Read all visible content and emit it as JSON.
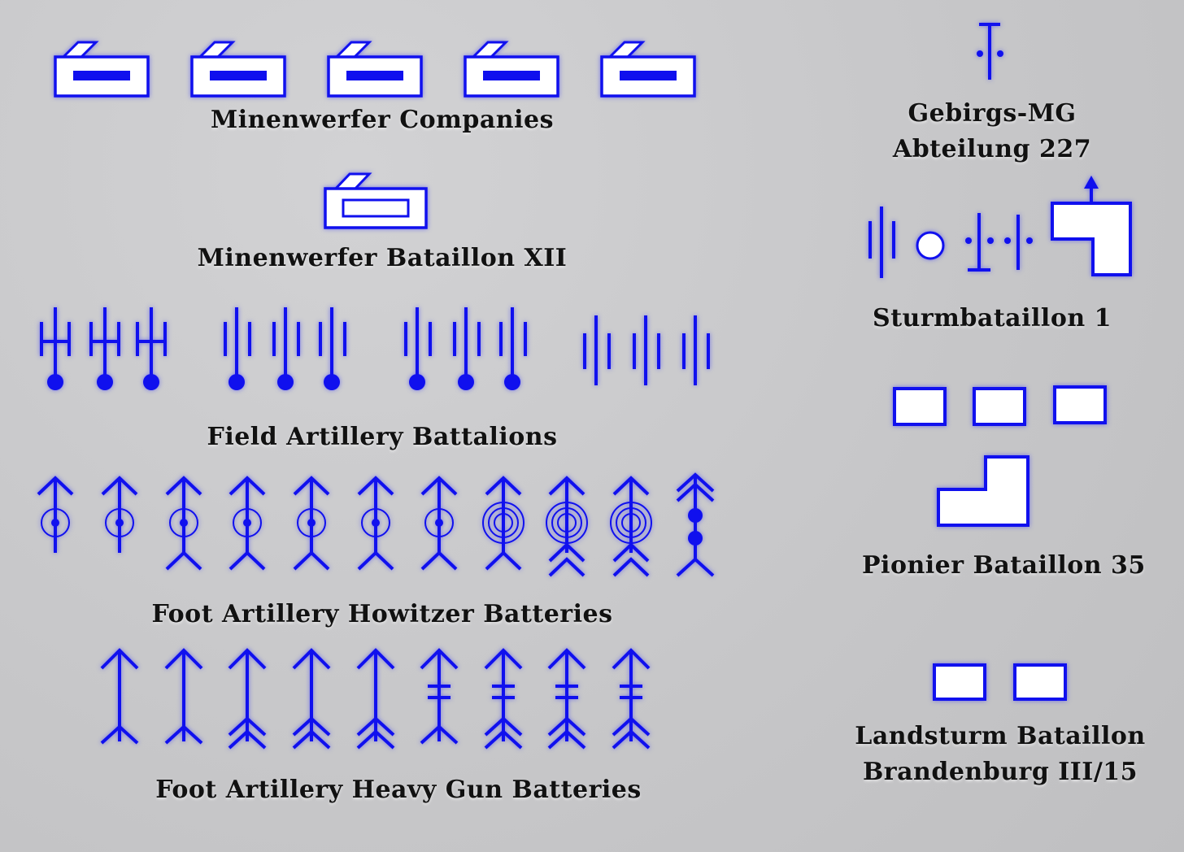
{
  "colors": {
    "symbol": "#1010ee",
    "fill": "#ffffff",
    "background": "#c9c9cb",
    "text": "#111111"
  },
  "labels": {
    "minenwerfer_companies": "Minenwerfer Companies",
    "minenwerfer_bataillon": "Minenwerfer Bataillon XII",
    "field_artillery": "Field Artillery Battalions",
    "foot_artillery_howitzer": "Foot Artillery Howitzer Batteries",
    "foot_artillery_heavy_gun": "Foot Artillery Heavy Gun Batteries",
    "gebirgs_line1": "Gebirgs-MG",
    "gebirgs_line2": "Abteilung 227",
    "sturmbataillon": "Sturmbataillon 1",
    "pionier": "Pionier Bataillon 35",
    "landsturm_line1": "Landsturm Bataillon",
    "landsturm_line2": "Brandenburg III/15"
  },
  "counts": {
    "minenwerfer_companies": 5,
    "field_artillery_groups": 4,
    "howitzer_batteries": 11,
    "heavy_gun_batteries": 9,
    "pionier_companies": 3,
    "landsturm_companies": 2
  }
}
